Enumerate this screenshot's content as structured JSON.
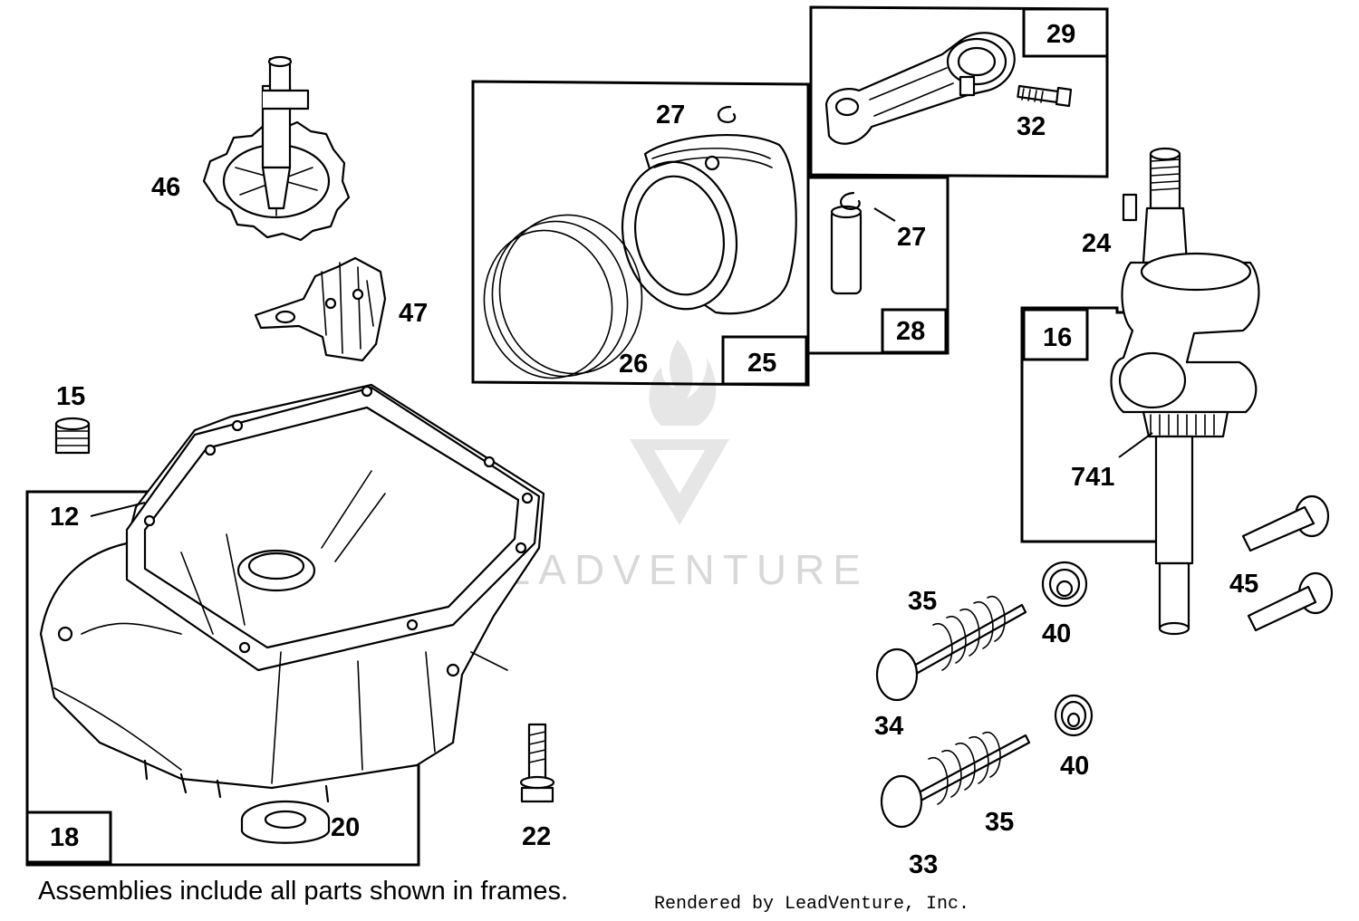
{
  "labels": {
    "l46": "46",
    "l47": "47",
    "l15": "15",
    "l12": "12",
    "l18": "18",
    "l20": "20",
    "l22": "22",
    "l27a": "27",
    "l26": "26",
    "l25": "25",
    "l29": "29",
    "l32": "32",
    "l27b": "27",
    "l28": "28",
    "l24": "24",
    "l16": "16",
    "l741": "741",
    "l45": "45",
    "l40a": "40",
    "l35a": "35",
    "l34": "34",
    "l40b": "40",
    "l35b": "35",
    "l33": "33"
  },
  "footer": {
    "note": "Assemblies include all parts shown in frames.",
    "credit": "Rendered by LeadVenture, Inc."
  },
  "watermark": {
    "text": "LEADVENTURE"
  }
}
